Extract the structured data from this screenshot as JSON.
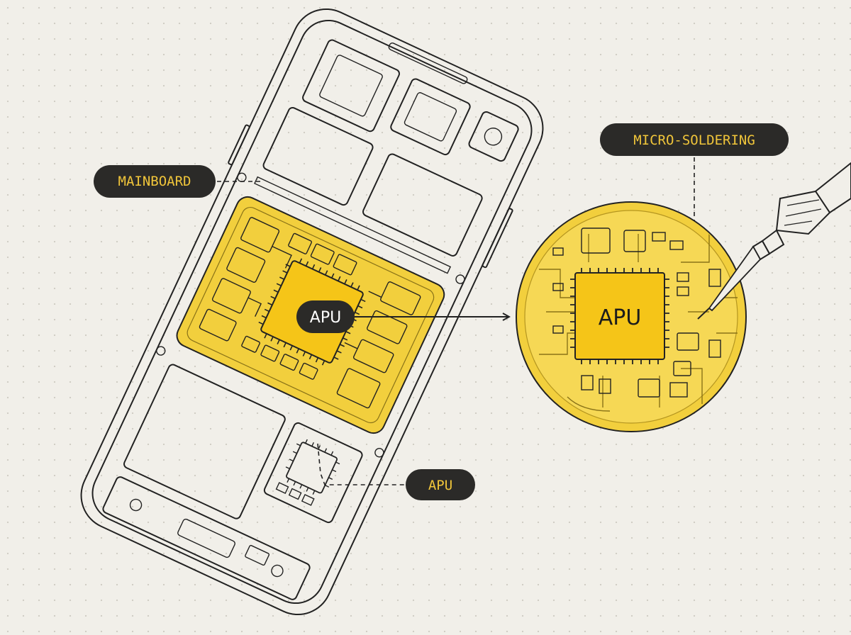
{
  "labels": {
    "mainboard": "MAINBOARD",
    "apu_center": "APU",
    "apu_lower": "APU",
    "micro_soldering": "MICRO-SOLDERING",
    "zoom_chip": "APU"
  },
  "colors": {
    "background": "#f1efe9",
    "pill": "#2b2a28",
    "pill_text": "#f0c53a",
    "highlight": "#f2cf3d",
    "chip": "#f5c518",
    "line": "#222222"
  },
  "icons": [
    "phone-outline",
    "soldering-iron-icon",
    "chip-icon"
  ]
}
